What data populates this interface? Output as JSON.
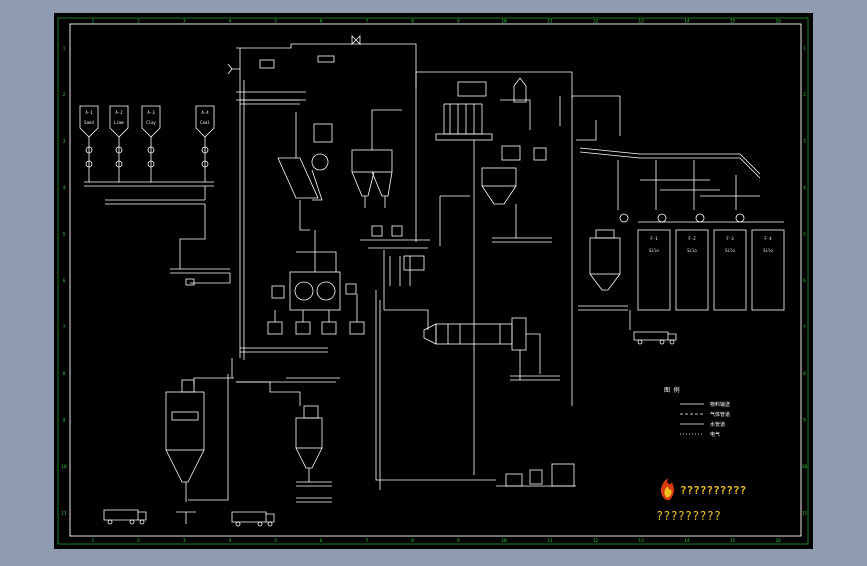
{
  "colors": {
    "backdrop": "#8e9bb0",
    "sheet": "#000000",
    "line": "#ffffff",
    "grid_marks": "#2fd12f",
    "logo_text": "#f0c020",
    "logo_flame": "#d83a10"
  },
  "border": {
    "col_labels": [
      "1",
      "2",
      "3",
      "4",
      "5",
      "6",
      "7",
      "8",
      "9",
      "10",
      "11",
      "12",
      "13",
      "14",
      "15",
      "16"
    ],
    "row_labels": [
      "1",
      "2",
      "3",
      "4",
      "5",
      "6",
      "7",
      "8",
      "9",
      "10",
      "11"
    ]
  },
  "raw_bins": [
    {
      "tag": "A-1",
      "label": "Sand"
    },
    {
      "tag": "A-2",
      "label": "Lime"
    },
    {
      "tag": "A-3",
      "label": "Clay"
    },
    {
      "tag": "A-4",
      "label": "Coal"
    }
  ],
  "product_silos": [
    {
      "tag": "F-1",
      "label": "Silo"
    },
    {
      "tag": "F-2",
      "label": "Silo"
    },
    {
      "tag": "F-3",
      "label": "Silo"
    },
    {
      "tag": "F-4",
      "label": "Silo"
    }
  ],
  "legend": {
    "title": "图 例",
    "items": [
      "物料输送",
      "气体管道",
      "水管道",
      "电气"
    ]
  },
  "logo": {
    "main_text": "??????????",
    "sub_text": "?????????"
  }
}
